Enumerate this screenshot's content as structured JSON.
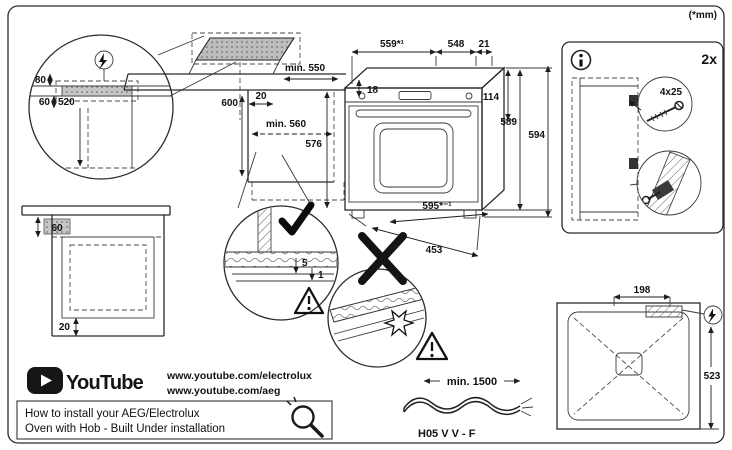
{
  "page": {
    "units": "(*mm)"
  },
  "electrical_detail": {
    "d80": "80",
    "d60": "60",
    "d520": "520"
  },
  "niche": {
    "min_depth": "min. 550",
    "height": "600",
    "setback": "20",
    "min_width": "min. 560",
    "front_height": "576"
  },
  "oven_dims": {
    "w559": "559*¹",
    "w548": "548",
    "w21": "21",
    "h18": "18",
    "h114": "114",
    "h589": "589",
    "h594": "594",
    "w595": "595*⁻¹",
    "depth": "453"
  },
  "hardware": {
    "qty": "2x",
    "screw": "4x25"
  },
  "under_cabinet": {
    "d60": "60",
    "d20": "20"
  },
  "gap_detail": {
    "d5": "5",
    "d1": "1"
  },
  "youtube": {
    "brand": "YouTube",
    "url_electrolux": "www.youtube.com/electrolux",
    "url_aeg": "www.youtube.com/aeg"
  },
  "caption": {
    "line1": "How to install your AEG/Electrolux",
    "line2": "Oven with Hob - Built Under installation"
  },
  "cable": {
    "min_length": "min. 1500",
    "type": "H05 V V - F"
  },
  "back_view": {
    "w198": "198",
    "h523": "523"
  }
}
